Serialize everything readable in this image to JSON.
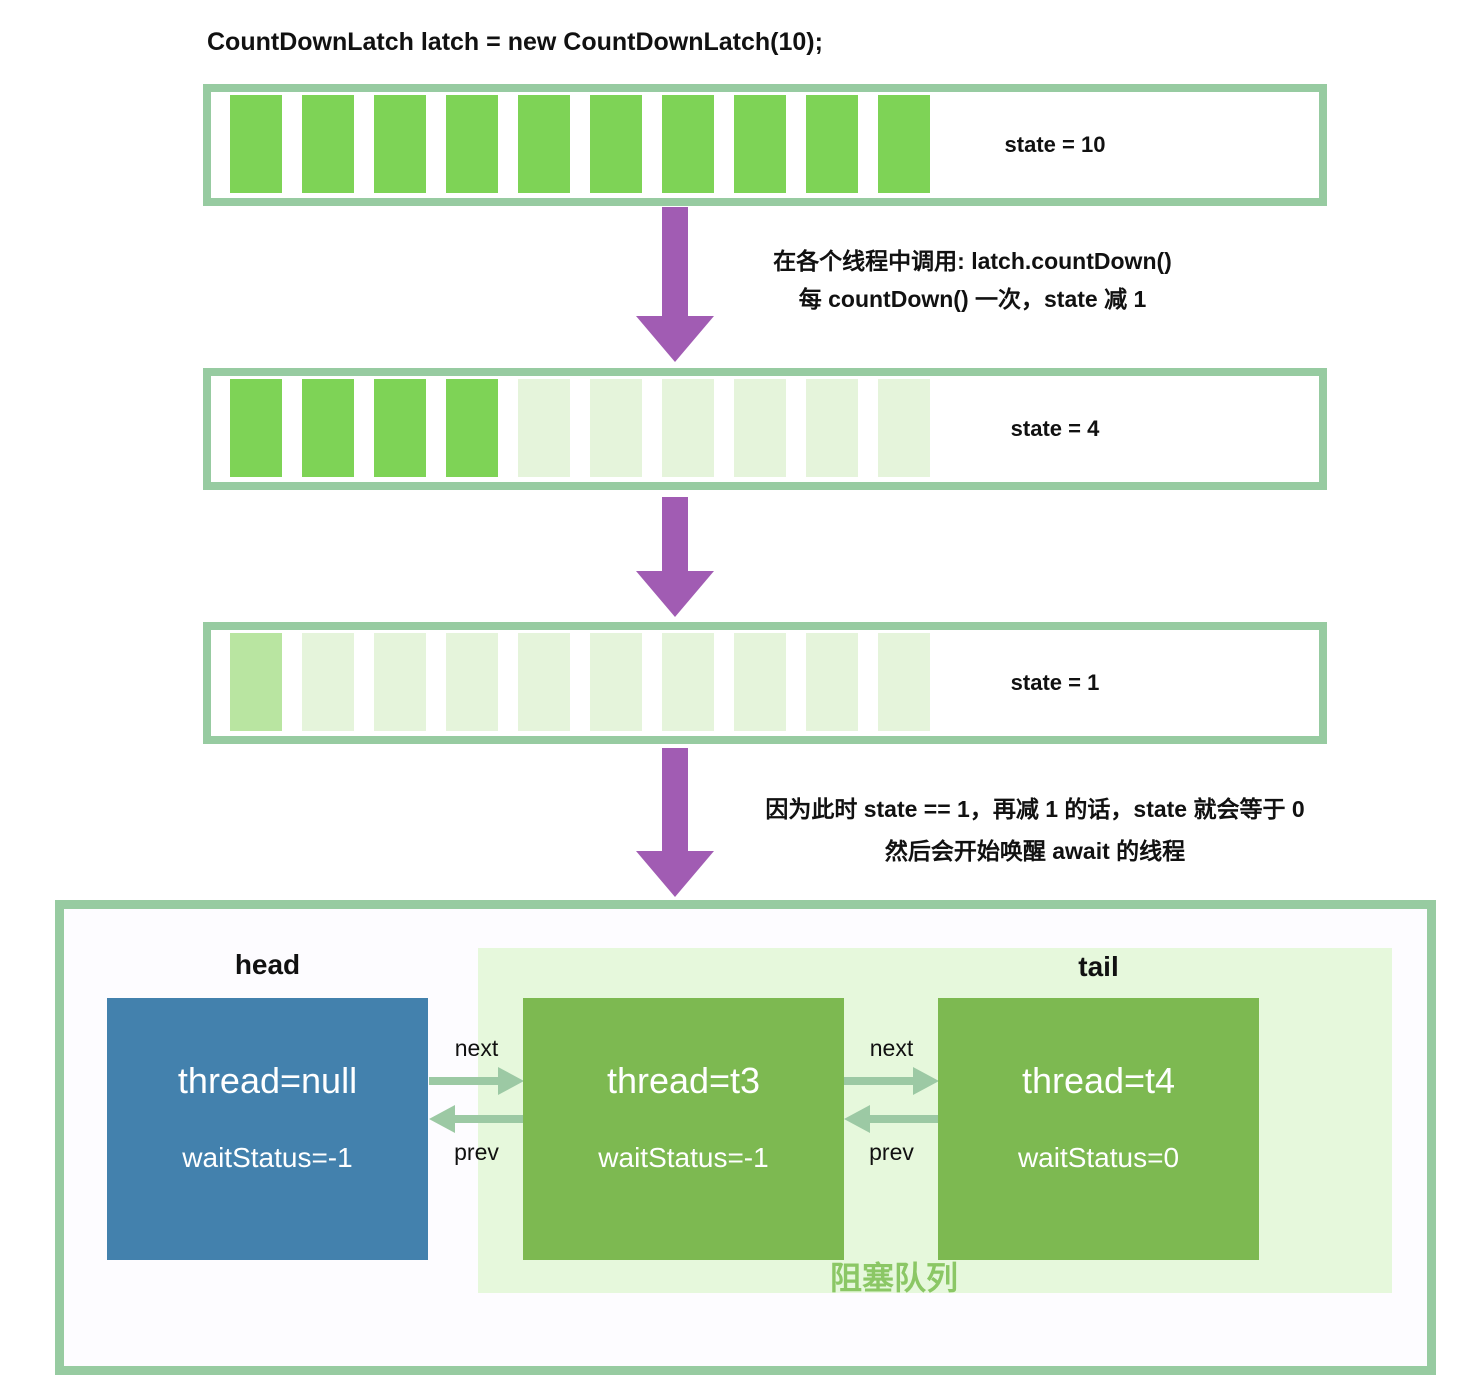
{
  "title": "CountDownLatch latch = new CountDownLatch(10);",
  "bars": [
    {
      "label": "state = 10",
      "total": 10,
      "filled": 10,
      "partial": 0
    },
    {
      "label": "state = 4",
      "total": 10,
      "filled": 4,
      "partial": 0
    },
    {
      "label": "state = 1",
      "total": 10,
      "filled": 0,
      "partial": 1
    }
  ],
  "annotations": {
    "countdown": [
      "在各个线程中调用: latch.countDown()",
      "每 countDown() 一次，state 减 1"
    ],
    "release": [
      "因为此时 state == 1，再减 1 的话，state 就会等于 0",
      "然后会开始唤醒 await 的线程"
    ]
  },
  "queue": {
    "head_label": "head",
    "tail_label": "tail",
    "queue_label": "阻塞队列",
    "nodes": [
      {
        "thread": "thread=null",
        "wait_status": "waitStatus=-1"
      },
      {
        "thread": "thread=t3",
        "wait_status": "waitStatus=-1"
      },
      {
        "thread": "thread=t4",
        "wait_status": "waitStatus=0"
      }
    ],
    "links": [
      {
        "next_label": "next",
        "prev_label": "prev"
      },
      {
        "next_label": "next",
        "prev_label": "prev"
      }
    ]
  },
  "colors": {
    "cell-full": "#7ed356",
    "cell-partial": "#b9e5a1",
    "cell-empty": "#e5f4db",
    "frame": "#97cba1",
    "purple": "#a15cb3",
    "node-blue": "#4381ad",
    "node-green": "#7db951",
    "panel": "#e6f8dc",
    "container-bg": "#fdfcff",
    "link-arrow": "#9cc9a4",
    "queue-text": "#8bc765"
  }
}
